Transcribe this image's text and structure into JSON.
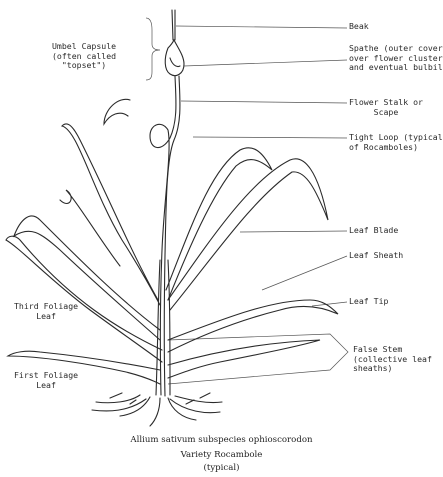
{
  "labels": {
    "beak": "Beak",
    "spathe": "Spathe (outer covering\nover flower cluster\nand eventual bulbils)",
    "umbel": "Umbel Capsule\n(often called\n\"topset\")",
    "scape": "Flower Stalk or\nScape",
    "loop": "Tight Loop (typical\nof Rocamboles)",
    "blade": "Leaf Blade",
    "sheath": "Leaf Sheath",
    "third": "Third Foliage\nLeaf",
    "tip": "Leaf Tip",
    "first": "First Foliage\nLeaf",
    "false_stem": "False Stem\n(collective leaf\nsheaths)"
  },
  "caption": {
    "line1": "Allium sativum subspecies ophioscorodon",
    "line2": "Variety Rocambole",
    "line3": "(typical)"
  }
}
